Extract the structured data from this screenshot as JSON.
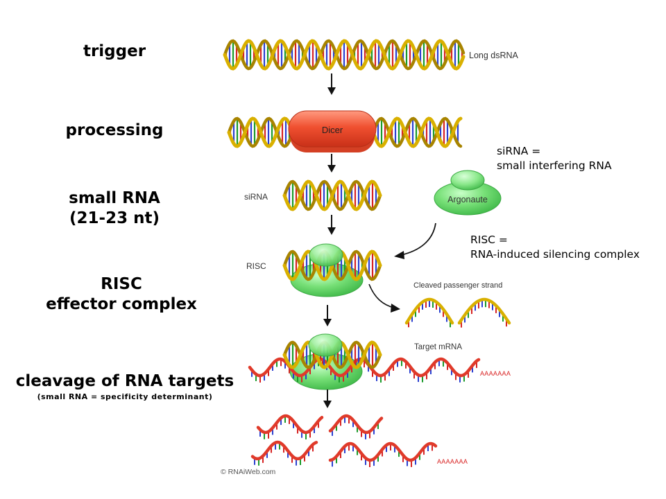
{
  "steps": {
    "trigger": "trigger",
    "processing": "processing",
    "small_rna": [
      "small RNA",
      "(21-23 nt)"
    ],
    "risc": [
      "RISC",
      "effector complex"
    ],
    "cleavage": "cleavage of RNA targets",
    "cleavage_sub": "(small RNA = specificity determinant)"
  },
  "diagram_labels": {
    "long_dsrna": "Long dsRNA",
    "dicer": "Dicer",
    "sirna": "siRNA",
    "argonaute": "Argonaute",
    "risc": "RISC",
    "cleaved_passenger": "Cleaved passenger strand",
    "target_mrna": "Target mRNA",
    "poly_a": "AAAAAAA",
    "poly_a_2": "AAAAAAA",
    "copyright": "© RNAiWeb.com"
  },
  "notes": {
    "sirna_def": [
      "siRNA =",
      "small interfering RNA"
    ],
    "risc_def": [
      "RISC =",
      "RNA-induced silencing complex"
    ]
  },
  "colors": {
    "helix_gold": "#d9b000",
    "helix_shade": "#a88400",
    "base_red": "#d62222",
    "base_blue": "#2a3fd0",
    "base_green": "#1a9a2a",
    "dicer": "#f05030",
    "protein_green": "#7fe07f",
    "mrna_red": "#e03a2a"
  }
}
